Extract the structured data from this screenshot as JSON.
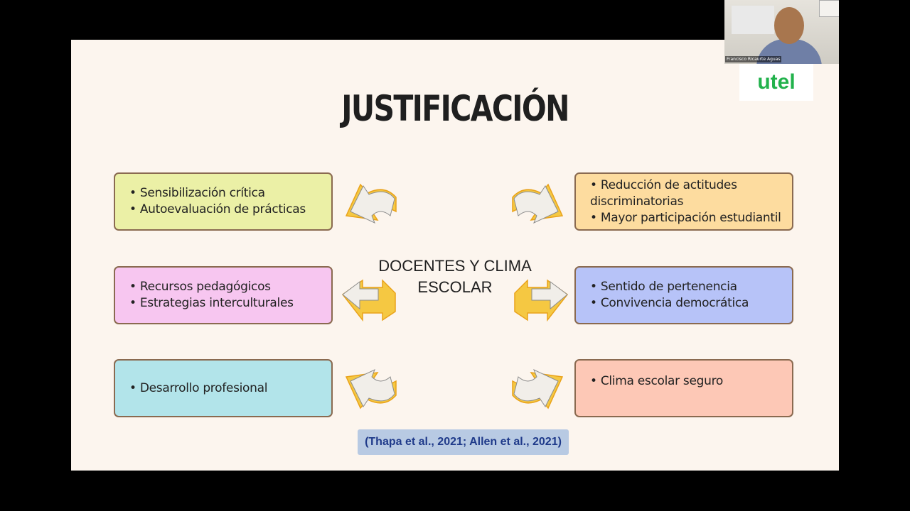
{
  "slide": {
    "title": "JUSTIFICACIÓN",
    "center_line1": "DOCENTES Y CLIMA",
    "center_line2": "ESCOLAR",
    "citation": "(Thapa et al., 2021; Allen et al., 2021)",
    "boxes": [
      {
        "lines": [
          "• Sensibilización crítica",
          " • Autoevaluación de prácticas"
        ],
        "color": "#ebf0a6"
      },
      {
        "lines": [
          "• Reducción de actitudes",
          "discriminatorias",
          " • Mayor participación estudiantil"
        ],
        "color": "#fddc9f"
      },
      {
        "lines": [
          "• Recursos pedagógicos",
          " • Estrategias interculturales"
        ],
        "color": "#f7c6f0"
      },
      {
        "lines": [
          "• Sentido de pertenencia",
          " • Convivencia democrática"
        ],
        "color": "#b7c3f8"
      },
      {
        "lines": [
          "• Desarrollo profesional"
        ],
        "color": "#b2e4ea"
      },
      {
        "lines": [
          " • Clima escolar seguro"
        ],
        "color": "#fdc8b6"
      }
    ]
  },
  "logo": {
    "text": "utel",
    "color": "#22b24c"
  },
  "video": {
    "participant_name": "Francisco Ricaurte Aguas"
  },
  "icons": [
    "arrow-up-left-icon",
    "arrow-up-right-icon",
    "arrow-left-icon",
    "arrow-right-icon",
    "arrow-down-left-icon",
    "arrow-down-right-icon"
  ]
}
